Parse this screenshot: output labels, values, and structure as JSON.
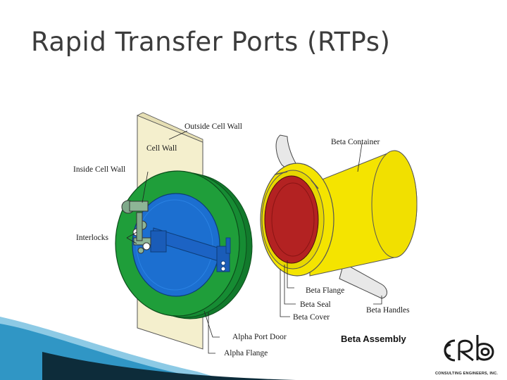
{
  "slide": {
    "title": "Rapid Transfer Ports (RTPs)"
  },
  "diagram": {
    "labels": {
      "outside_cell_wall": "Outside Cell Wall",
      "cell_wall": "Cell Wall",
      "inside_cell_wall": "Inside Cell Wall",
      "interlocks": "Interlocks",
      "alpha_port_door": "Alpha Port Door",
      "alpha_flange": "Alpha Flange",
      "beta_container": "Beta Container",
      "beta_flange": "Beta Flange",
      "beta_seal": "Beta Seal",
      "beta_cover": "Beta Cover",
      "beta_handles": "Beta Handles"
    },
    "caption": "Beta Assembly",
    "colors": {
      "cell_wall": "#f4efcd",
      "alpha_flange": "#1f9e3a",
      "alpha_port_door": "#1c6fd0",
      "beta_container": "#f4e400",
      "beta_cover": "#b32222",
      "handles": "#e6e6e6"
    }
  },
  "branding": {
    "logo_text": "CRB",
    "company": "CONSULTING ENGINEERS, INC."
  }
}
